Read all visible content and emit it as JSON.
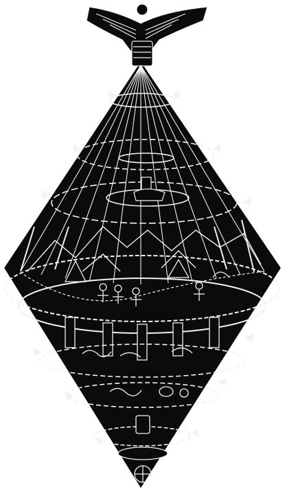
{
  "illustration": {
    "subject": "cosmic-diamond-world-tree",
    "palette": {
      "background": "#ffffff",
      "ink": "#0b0b0b",
      "line": "#f2f2f2"
    },
    "tiers": [
      "bird-crown",
      "upper-heaven-rings",
      "middle-world-landscape",
      "lower-world-creatures",
      "root-ornament"
    ]
  }
}
